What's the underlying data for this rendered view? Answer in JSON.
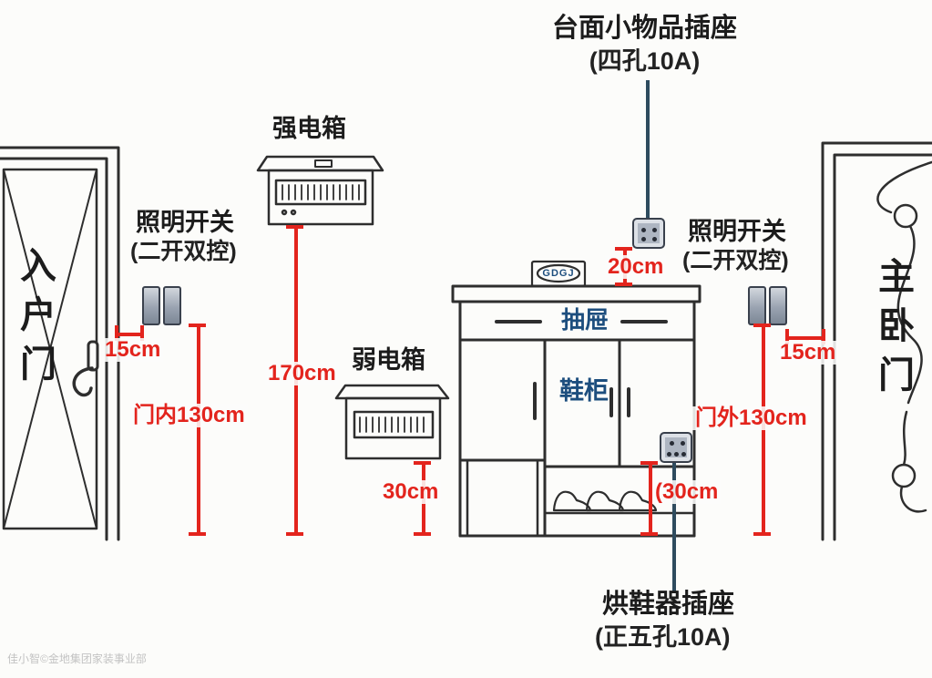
{
  "colors": {
    "dimension_red": "#e3241d",
    "connector_blue": "#2e4b5e",
    "annotation_blue": "#1d4e7e",
    "line_ink": "#2e2e2e"
  },
  "top_annotation": {
    "label": "台面小物品插座",
    "spec": "(四孔10A)",
    "offset_dim": "20cm"
  },
  "bottom_annotation": {
    "label": "烘鞋器插座",
    "spec": "(正五孔10A)",
    "offset_dim": "(30cm"
  },
  "left_side": {
    "door_label": "入户门",
    "switch_label": "照明开关",
    "switch_spec": "(二开双控)",
    "gap_dim": "15cm",
    "height_dim": "门内130cm"
  },
  "right_side": {
    "door_label": "主卧门",
    "switch_label": "照明开关",
    "switch_spec": "(二开双控)",
    "gap_dim": "15cm",
    "height_dim": "门外130cm"
  },
  "strong_box": {
    "label": "强电箱",
    "height_dim": "170cm"
  },
  "weak_box": {
    "label": "弱电箱",
    "height_dim": "30cm"
  },
  "cabinet": {
    "drawer_label": "抽屉",
    "name": "鞋柜",
    "sign_text": "GDGJ"
  },
  "watermark": "佳小智©金地集团家装事业部"
}
